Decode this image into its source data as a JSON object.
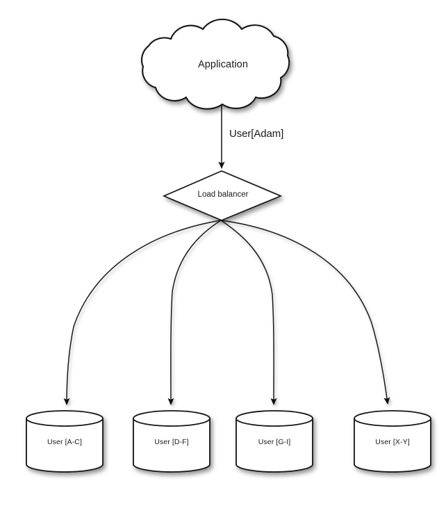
{
  "diagram": {
    "type": "load-balancer-sharding-diagram",
    "background_color": "#ffffff",
    "stroke_color": "#1a1a1a",
    "fill_color": "#ffffff",
    "text_color": "#1a1a1a",
    "nodes": {
      "cloud": {
        "shape": "cloud",
        "label": "Application"
      },
      "diamond": {
        "shape": "diamond",
        "label": "Load balancer"
      },
      "databases": [
        {
          "shape": "cylinder",
          "label": "User [A-C]"
        },
        {
          "shape": "cylinder",
          "label": "User [D-F]"
        },
        {
          "shape": "cylinder",
          "label": "User [G-I]"
        },
        {
          "shape": "cylinder",
          "label": "User [X-Y]"
        }
      ]
    },
    "edges": {
      "cloud_to_diamond": {
        "label": "User[Adam]",
        "style": "straight-arrow"
      },
      "diamond_to_databases": {
        "label": "",
        "style": "curved-arrow",
        "count": 4
      }
    }
  }
}
